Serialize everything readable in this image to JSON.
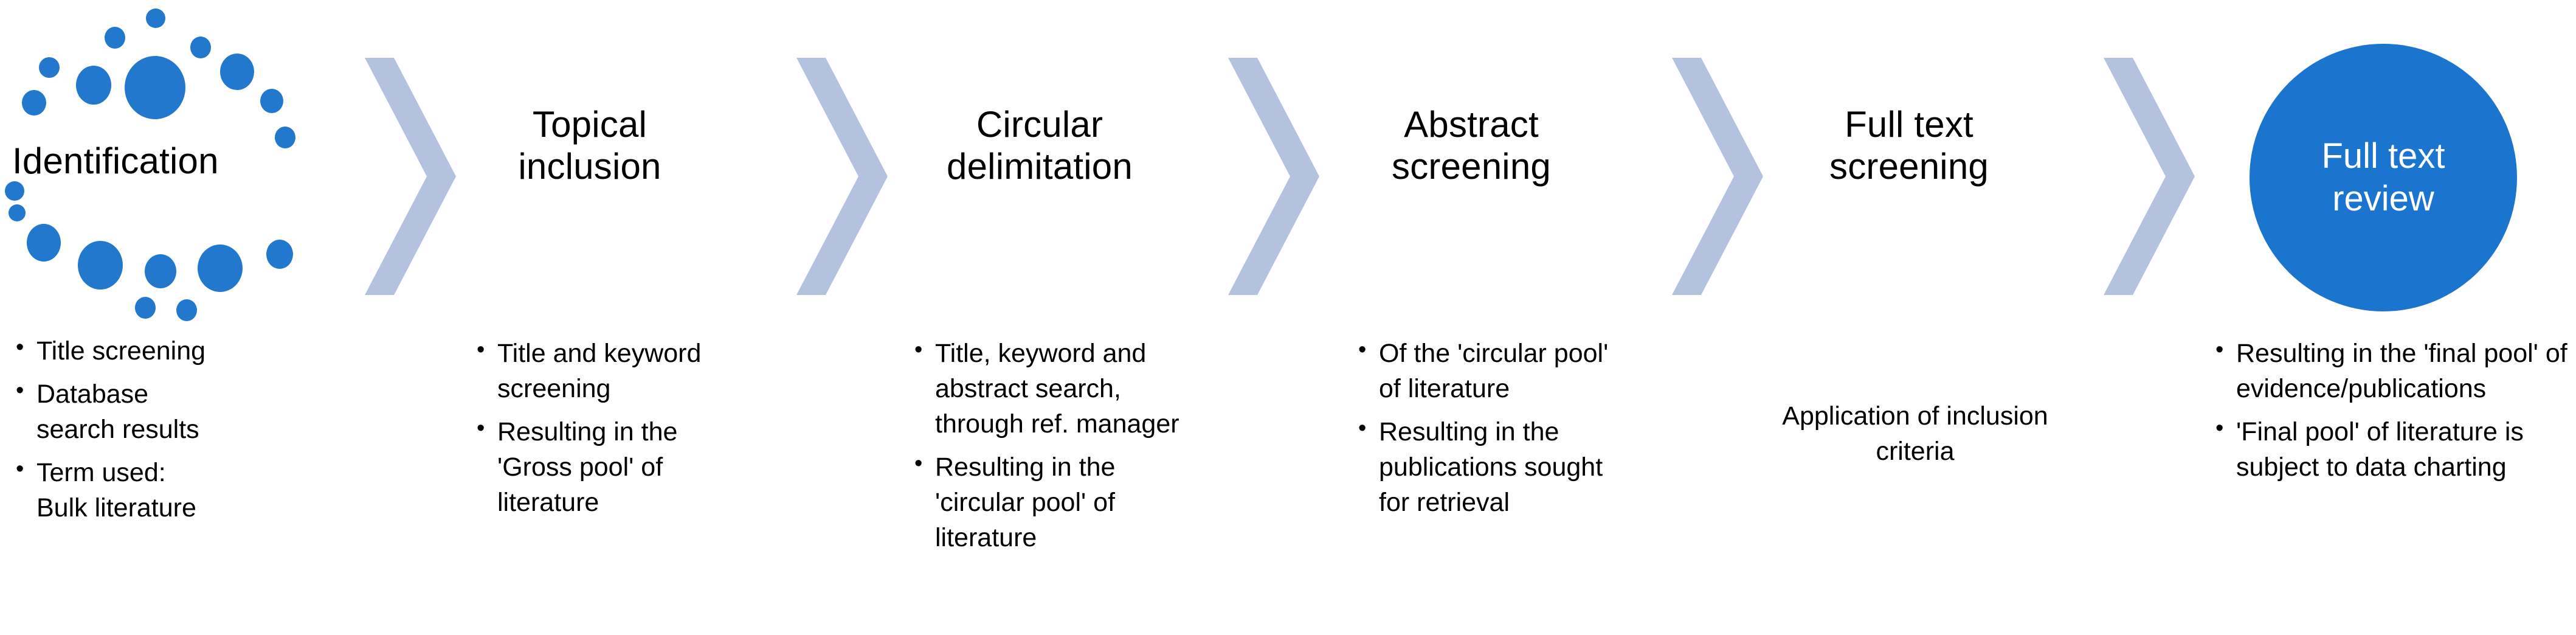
{
  "diagram": {
    "type": "process-flow",
    "title": "Literature screening process flow",
    "colors": {
      "accent_blue": "#1b74ce",
      "chevron_blue": "#b4c2e0",
      "text": "#000000",
      "circle_label_text": "#ffffff",
      "background": "#ffffff"
    },
    "stages": [
      {
        "id": "identification",
        "label": "Identification",
        "label_lines": [
          "Identification"
        ],
        "marker": "dot-cluster",
        "bullets": [
          "Title screening",
          "Database search results",
          "Term used: Bulk literature"
        ]
      },
      {
        "id": "topical-inclusion",
        "label": "Topical inclusion",
        "label_lines": [
          "Topical",
          "inclusion"
        ],
        "marker": "chevron",
        "bullets": [
          "Title and keyword screening",
          "Resulting in the 'Gross pool' of literature"
        ]
      },
      {
        "id": "circular-delimitation",
        "label": "Circular delimitation",
        "label_lines": [
          "Circular",
          "delimitation"
        ],
        "marker": "chevron",
        "bullets": [
          "Title, keyword and abstract search, through ref. manager",
          "Resulting in the 'circular pool' of literature"
        ]
      },
      {
        "id": "abstract-screening",
        "label": "Abstract screening",
        "label_lines": [
          "Abstract",
          "screening"
        ],
        "marker": "chevron",
        "bullets": [
          "Of the 'circular pool' of literature",
          "Resulting in the publications sought for retrieval"
        ]
      },
      {
        "id": "full-text-screening",
        "label": "Full text screening",
        "label_lines": [
          "Full text",
          "screening"
        ],
        "marker": "chevron",
        "note": "Application of inclusion criteria",
        "bullets": []
      },
      {
        "id": "full-text-review",
        "label": "Full text review",
        "label_lines": [
          "Full text",
          "review"
        ],
        "marker": "circle",
        "bullets": [
          "Resulting in the 'final pool' of evidence/publications",
          "'Final pool' of literature is subject to data charting"
        ]
      }
    ],
    "connectors": {
      "icon": "chevron-right-icon",
      "count": 5
    }
  }
}
